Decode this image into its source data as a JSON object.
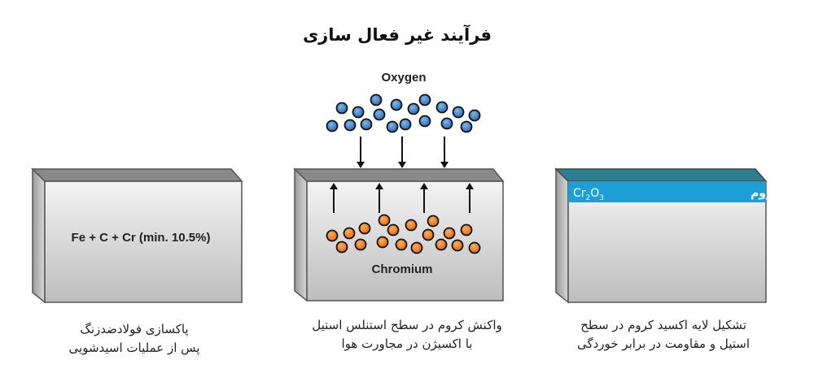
{
  "title": "فرآیند غیر فعال سازی",
  "panels": [
    {
      "box_label": "Fe + C + Cr (min. 10.5%)",
      "caption": [
        "پاکسازی فولادضدزنگ",
        "پس از عملیات اسیدشویی"
      ]
    },
    {
      "top_label": "Oxygen",
      "box_label": "Chromium",
      "caption": [
        "واکنش کروم در سطح استنلس استیل",
        "با اکسیژن در مجاورت هوا"
      ]
    },
    {
      "layer_label": "لایه محافظ اکسید کروم",
      "formula": {
        "base1": "Cr",
        "sub1": "2",
        "base2": "O",
        "sub2": "3"
      },
      "caption": [
        "تشکیل لایه اکسید کروم در سطح",
        "استیل و مقاومت در برابر خوردگی"
      ]
    }
  ],
  "colors": {
    "oxygen": "#3a7fc8",
    "chromium": "#f07a1e",
    "layer": "#1e9ed6",
    "layer_top": "#2c7e94"
  }
}
